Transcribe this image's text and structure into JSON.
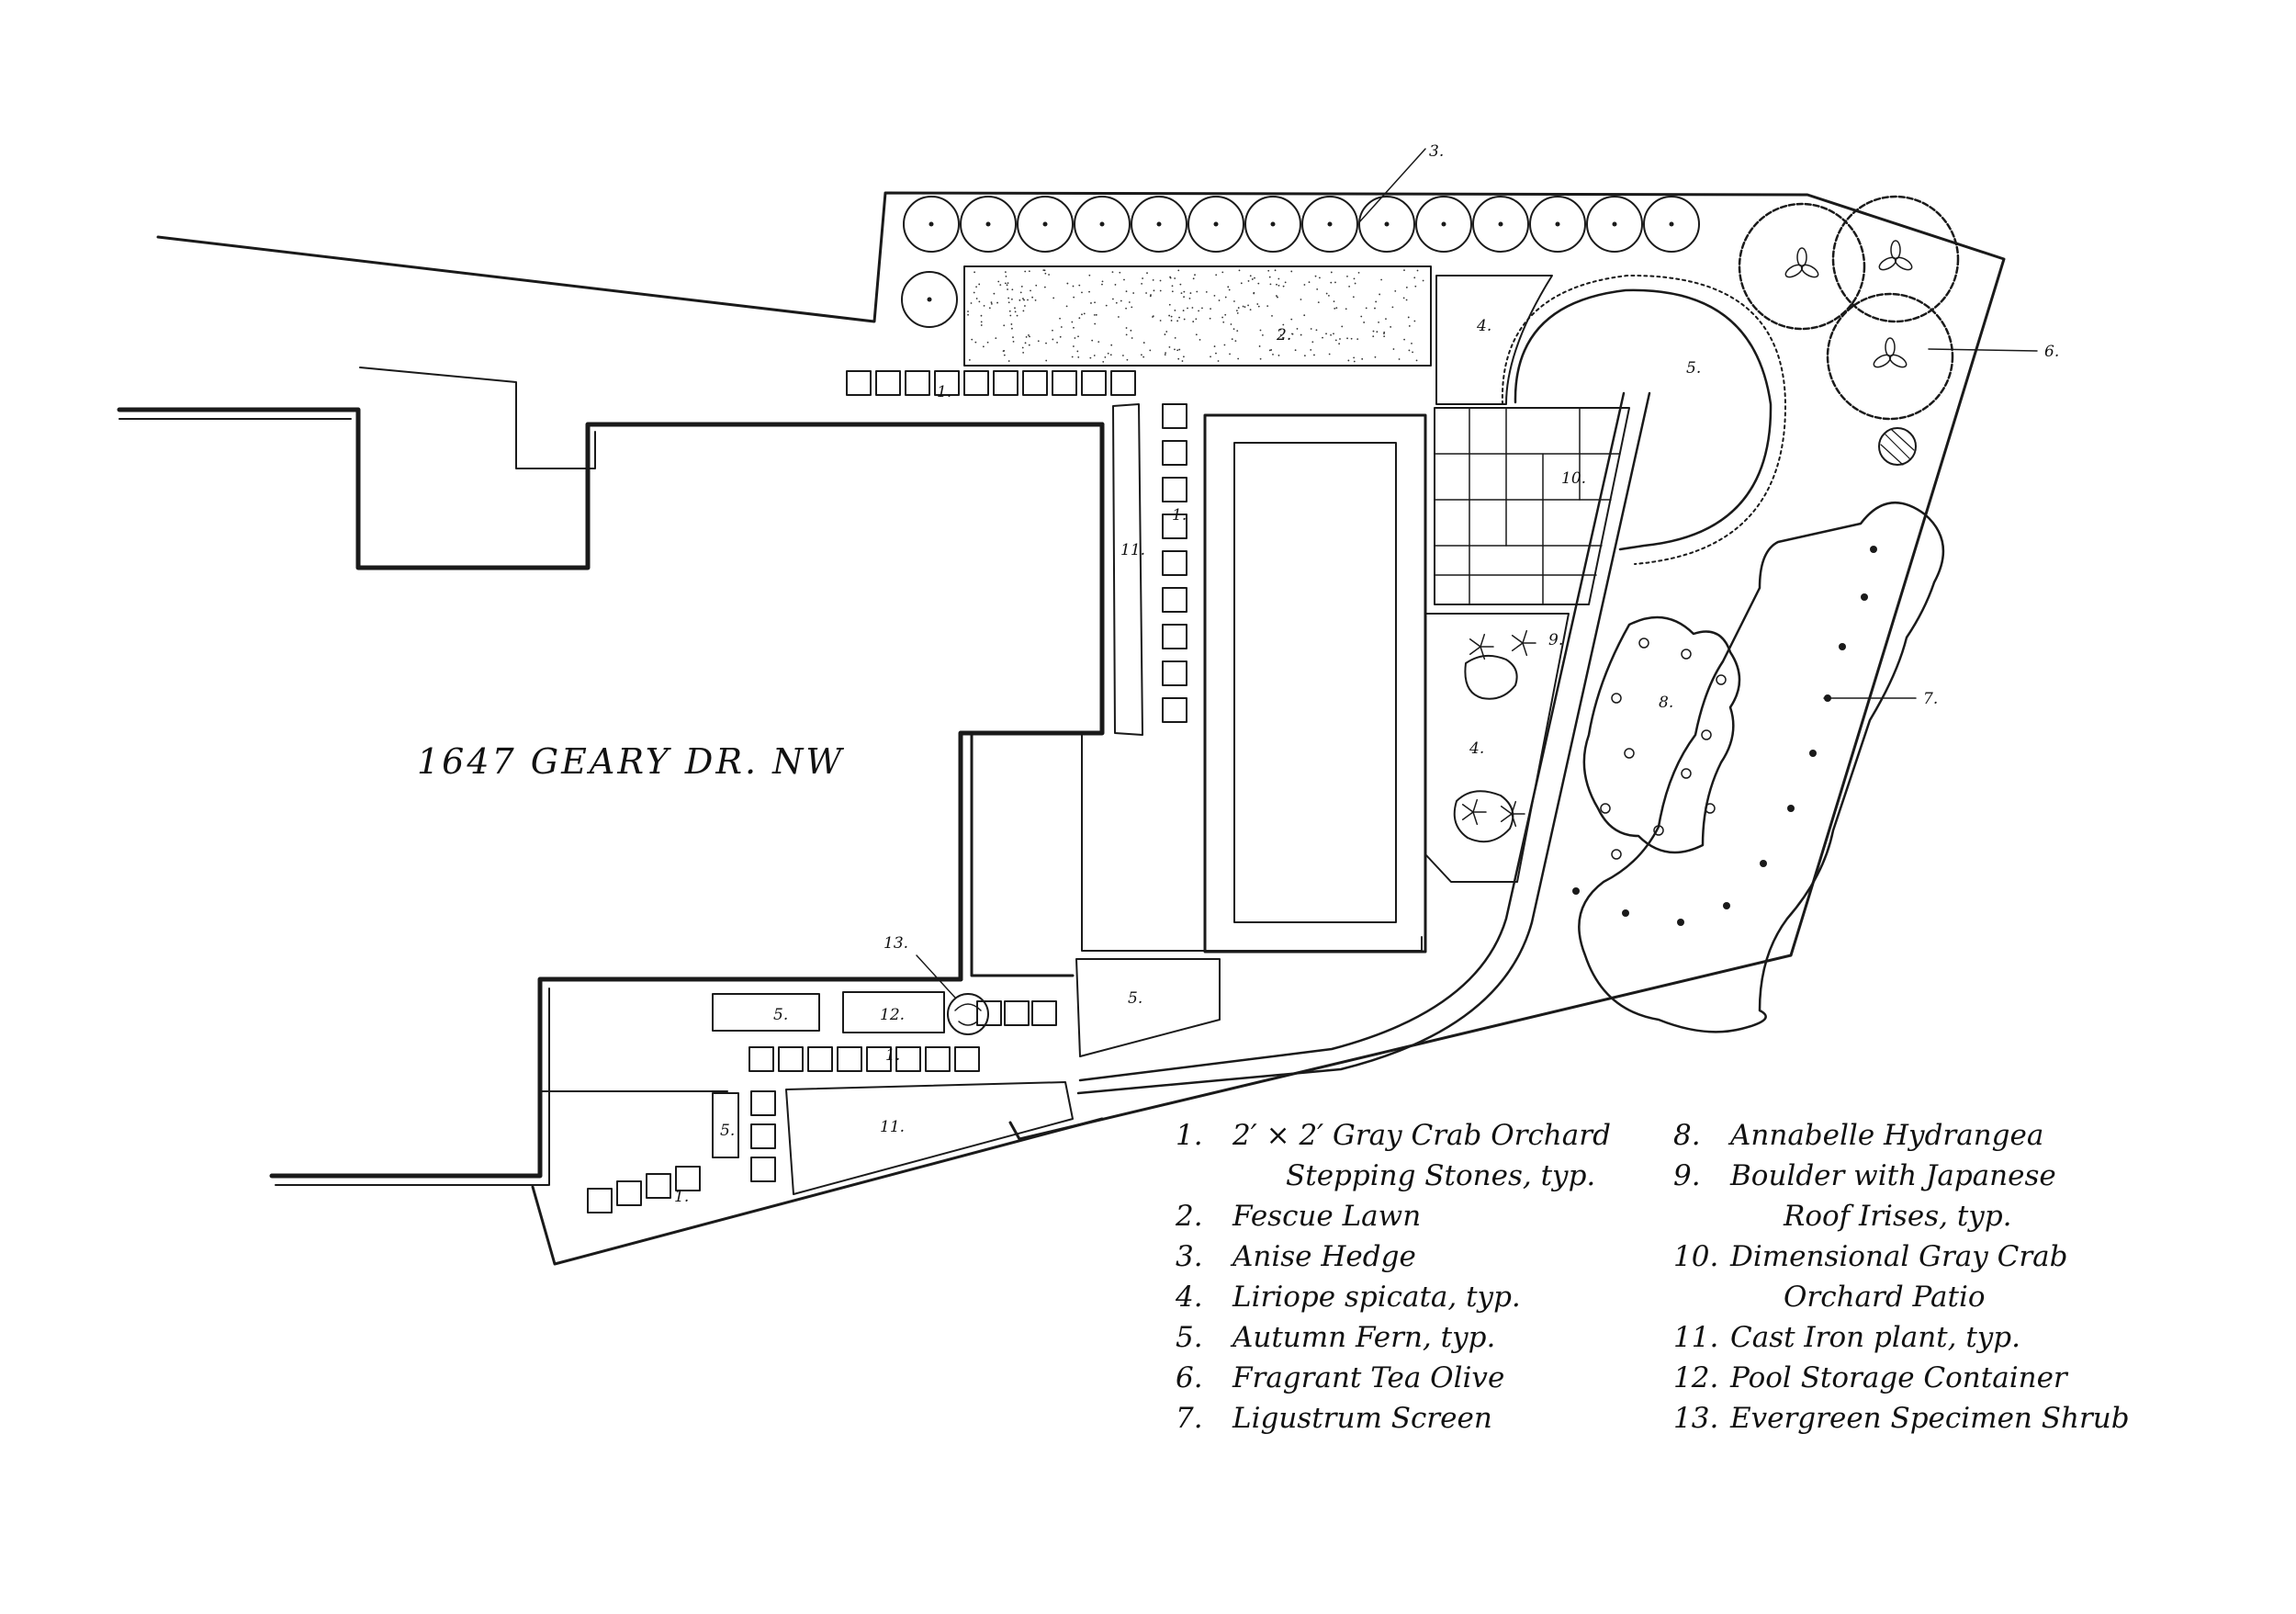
{
  "address": "1647 GEARY DR. NW",
  "colors": {
    "ink": "#1a1a1a",
    "paper": "#ffffff"
  },
  "callouts": {
    "hedge": "3.",
    "tea_olive": "6.",
    "ligustrum": "7.",
    "specimen_shrub": "13."
  },
  "plan_labels": {
    "stepping_top": "1.",
    "stepping_side": "1.",
    "stepping_lower": "1.",
    "stepping_corner": "1.",
    "lawn": "2.",
    "liriope_upper": "4.",
    "liriope_lower": "4.",
    "fern_circle": "5.",
    "fern_lower_a": "5.",
    "fern_lower_b": "5.",
    "fern_lower_c": "5.",
    "hydrangea": "8.",
    "boulder": "9.",
    "patio": "10.",
    "cast_iron_side": "11.",
    "cast_iron_lower": "11.",
    "storage": "12."
  },
  "legend": {
    "col1": [
      {
        "num": "1.",
        "text": "2′ × 2′ Gray Crab Orchard"
      },
      {
        "num": "",
        "text": "Stepping Stones, typ."
      },
      {
        "num": "2.",
        "text": "Fescue Lawn"
      },
      {
        "num": "3.",
        "text": "Anise Hedge"
      },
      {
        "num": "4.",
        "text": "Liriope spicata, typ."
      },
      {
        "num": "5.",
        "text": "Autumn Fern, typ."
      },
      {
        "num": "6.",
        "text": "Fragrant Tea Olive"
      },
      {
        "num": "7.",
        "text": "Ligustrum Screen"
      }
    ],
    "col2": [
      {
        "num": "8.",
        "text": "Annabelle Hydrangea"
      },
      {
        "num": "9.",
        "text": "Boulder with Japanese"
      },
      {
        "num": "",
        "text": "Roof Irises, typ."
      },
      {
        "num": "10.",
        "text": "Dimensional Gray Crab"
      },
      {
        "num": "",
        "text": "Orchard Patio"
      },
      {
        "num": "11.",
        "text": "Cast Iron plant, typ."
      },
      {
        "num": "12.",
        "text": "Pool Storage Container"
      },
      {
        "num": "13.",
        "text": "Evergreen Specimen Shrub"
      }
    ]
  }
}
